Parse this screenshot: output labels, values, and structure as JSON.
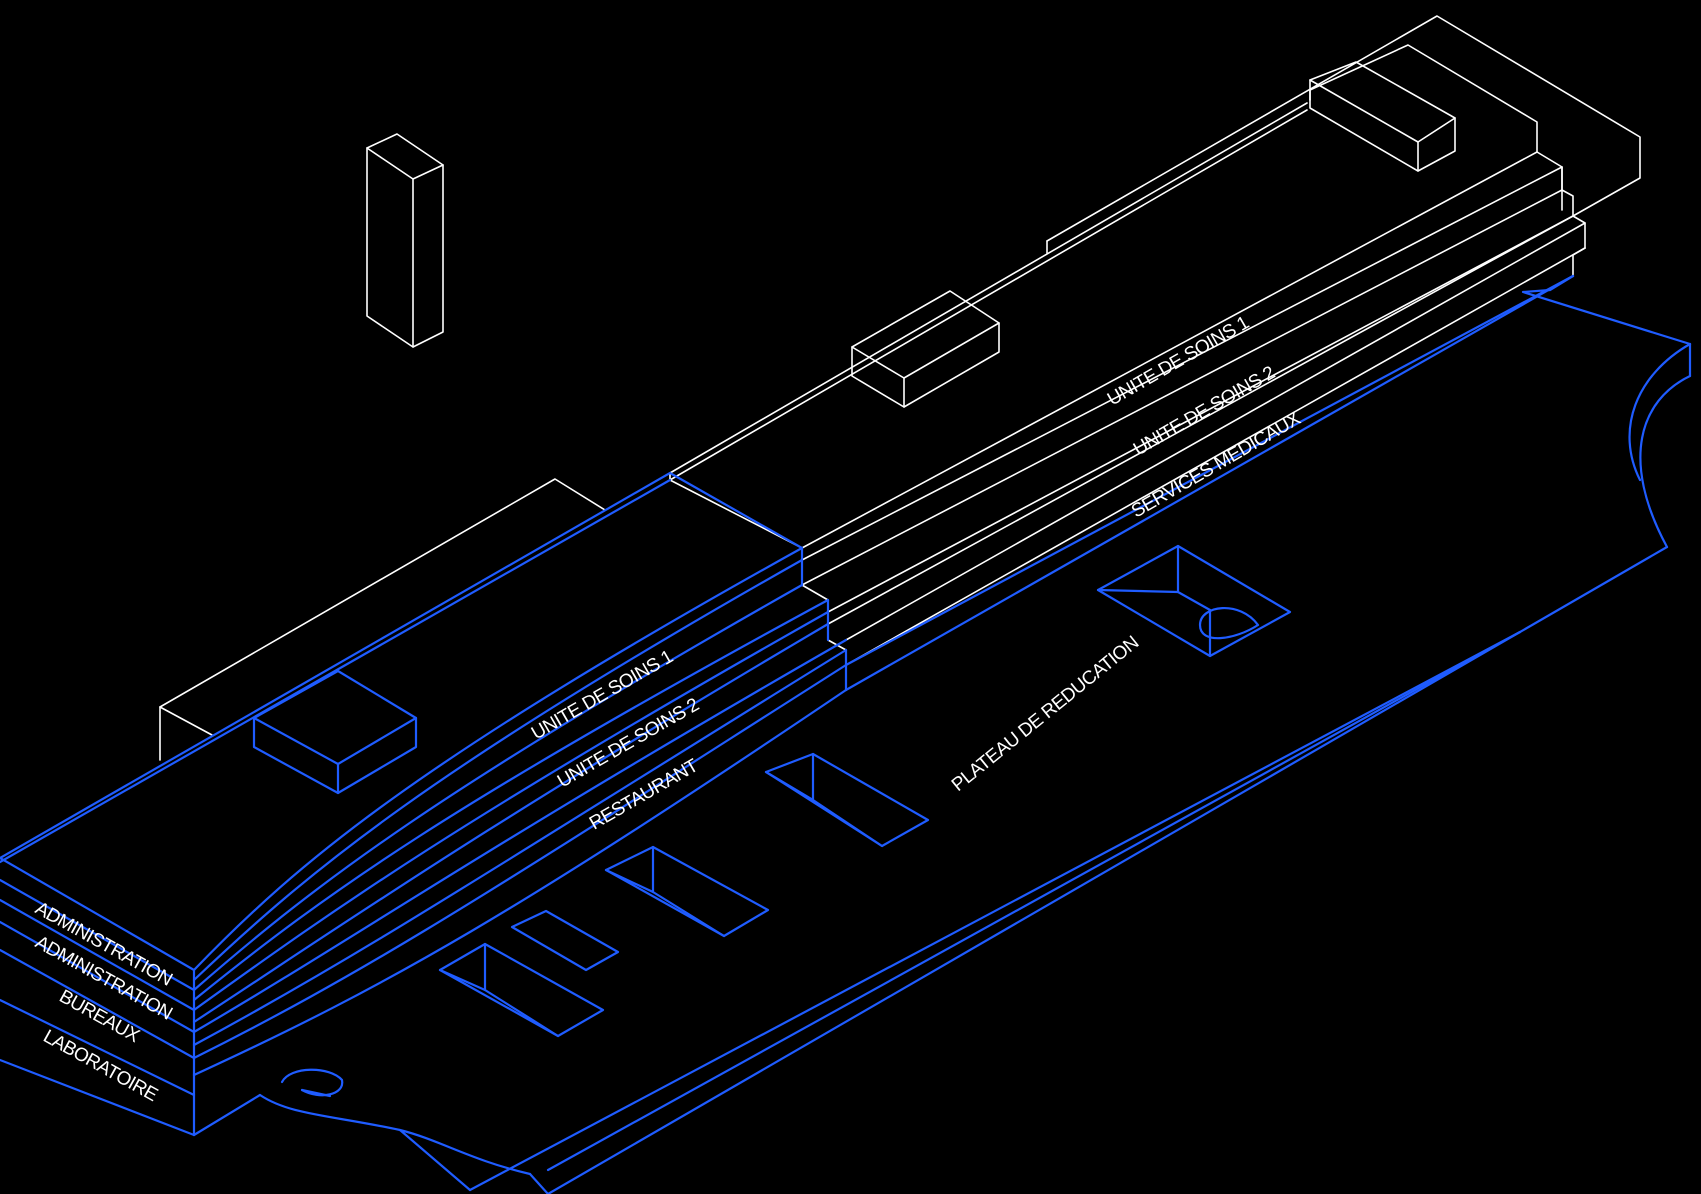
{
  "colors": {
    "background": "#000000",
    "upper_structure": "#ffffff",
    "ground_structure": "#1f5cff",
    "label": "#ffffff"
  },
  "labels": {
    "left_block": {
      "administration_1": "ADMINISTRATION",
      "administration_2": "ADMINISTRATION",
      "bureaux": "BUREAUX",
      "laboratoire": "LABORATOIRE"
    },
    "curved_wing": {
      "unite_soins_1": "UNITE DE SOINS 1",
      "unite_soins_2": "UNITE DE SOINS 2",
      "restaurant": "RESTAURANT"
    },
    "long_wing": {
      "unite_soins_1": "UNITE DE SOINS 1",
      "unite_soins_2": "UNITE DE SOINS 2",
      "services_medicaux": "SERVICES MEDICAUX"
    },
    "plateau": "PLATEAU DE REDUCATION"
  }
}
